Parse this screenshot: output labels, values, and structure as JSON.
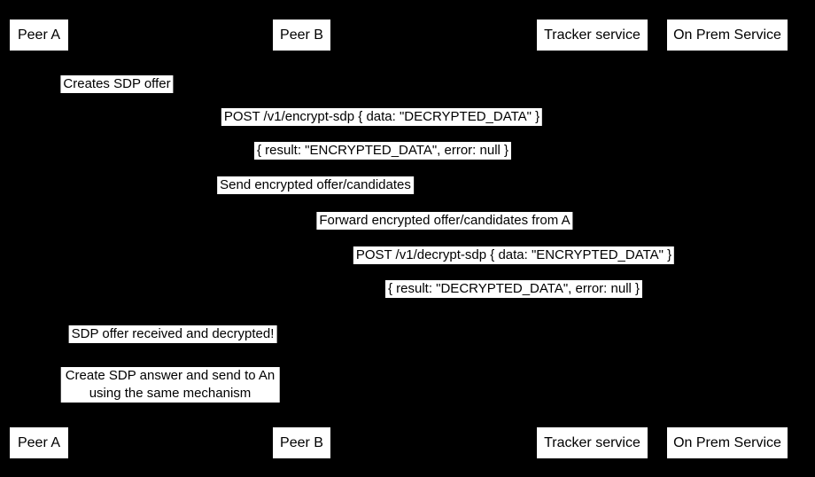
{
  "diagram": {
    "kind": "sequence-diagram",
    "colors": {
      "background": "#000000",
      "box_fill": "#ffffff",
      "box_text": "#000000"
    }
  },
  "participants": [
    {
      "label": "Peer A"
    },
    {
      "label": "Peer B"
    },
    {
      "label": "Tracker service"
    },
    {
      "label": "On Prem Service"
    }
  ],
  "messages": [
    {
      "text": "Creates SDP offer"
    },
    {
      "text": "POST /v1/encrypt-sdp { data: \"DECRYPTED_DATA\" }"
    },
    {
      "text": "{ result: \"ENCRYPTED_DATA\", error: null }"
    },
    {
      "text": "Send encrypted offer/candidates"
    },
    {
      "text": "Forward encrypted offer/candidates from A"
    },
    {
      "text": "POST /v1/decrypt-sdp { data: \"ENCRYPTED_DATA\" }"
    },
    {
      "text": "{ result: \"DECRYPTED_DATA\", error: null }"
    },
    {
      "text": "SDP offer received and decrypted!"
    },
    {
      "text": "Create SDP answer and send to An\nusing the same mechanism"
    }
  ]
}
